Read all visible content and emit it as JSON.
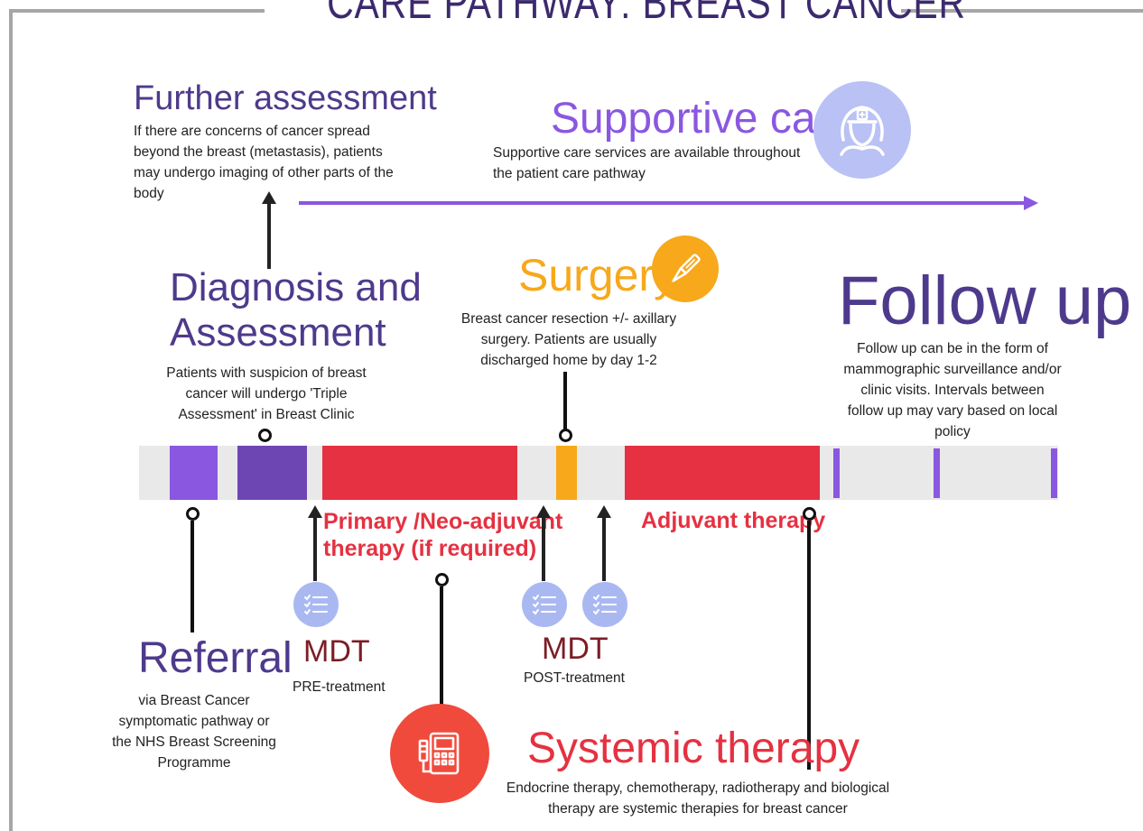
{
  "title": "CARE PATHWAY: BREAST CANCER",
  "further_assessment": {
    "heading": "Further assessment",
    "lines": [
      "If there are concerns of cancer spread",
      "beyond the breast (metastasis), patients",
      "may undergo imaging of other parts of the",
      "body"
    ]
  },
  "supportive_care": {
    "heading": "Supportive care",
    "lines": [
      "Supportive care services are available throughout",
      "the patient care pathway"
    ],
    "icon": "nurse-icon"
  },
  "diagnosis": {
    "heading_line1": "Diagnosis and",
    "heading_line2": "Assessment",
    "lines": [
      "Patients with suspicion of breast",
      "cancer will undergo 'Triple",
      "Assessment' in Breast Clinic"
    ]
  },
  "surgery": {
    "heading": "Surgery",
    "lines": [
      "Breast cancer resection +/- axillary",
      "surgery.  Patients are usually",
      "discharged home by day 1-2"
    ],
    "icon": "scalpel-icon"
  },
  "follow_up": {
    "heading": "Follow up",
    "lines": [
      "Follow up can be in the form of",
      "mammographic surveillance and/or",
      "clinic visits.  Intervals between",
      "follow up may vary based on local",
      "policy"
    ]
  },
  "primary_therapy": {
    "line1": "Primary /Neo-adjuvant",
    "line2": "therapy (if required)"
  },
  "adjuvant_therapy": {
    "label": "Adjuvant therapy"
  },
  "referral": {
    "heading": "Referral",
    "lines": [
      "via Breast Cancer",
      "symptomatic pathway or",
      "the NHS Breast Screening",
      "Programme"
    ]
  },
  "mdt_pre": {
    "heading": "MDT",
    "sub": "PRE-treatment",
    "icon": "checklist-icon"
  },
  "mdt_post": {
    "heading": "MDT",
    "sub": "POST-treatment",
    "icon": "checklist-icon"
  },
  "systemic_therapy": {
    "heading": "Systemic therapy",
    "lines": [
      "Endocrine therapy, chemotherapy, radiotherapy and biological",
      "therapy are systemic therapies for breast cancer"
    ],
    "icon": "infusion-pump-icon"
  },
  "colors": {
    "referral": "#8a57e0",
    "diagnosis": "#6e46b4",
    "therapy": "#e53141",
    "surgery": "#f7a81b",
    "follow_up_ticks": "#8a57e0",
    "track": "#e9e9e9",
    "mdt_icon": "#aab8f2",
    "supportive_icon": "#b9c1f5",
    "systemic_icon": "#f04a3c"
  }
}
